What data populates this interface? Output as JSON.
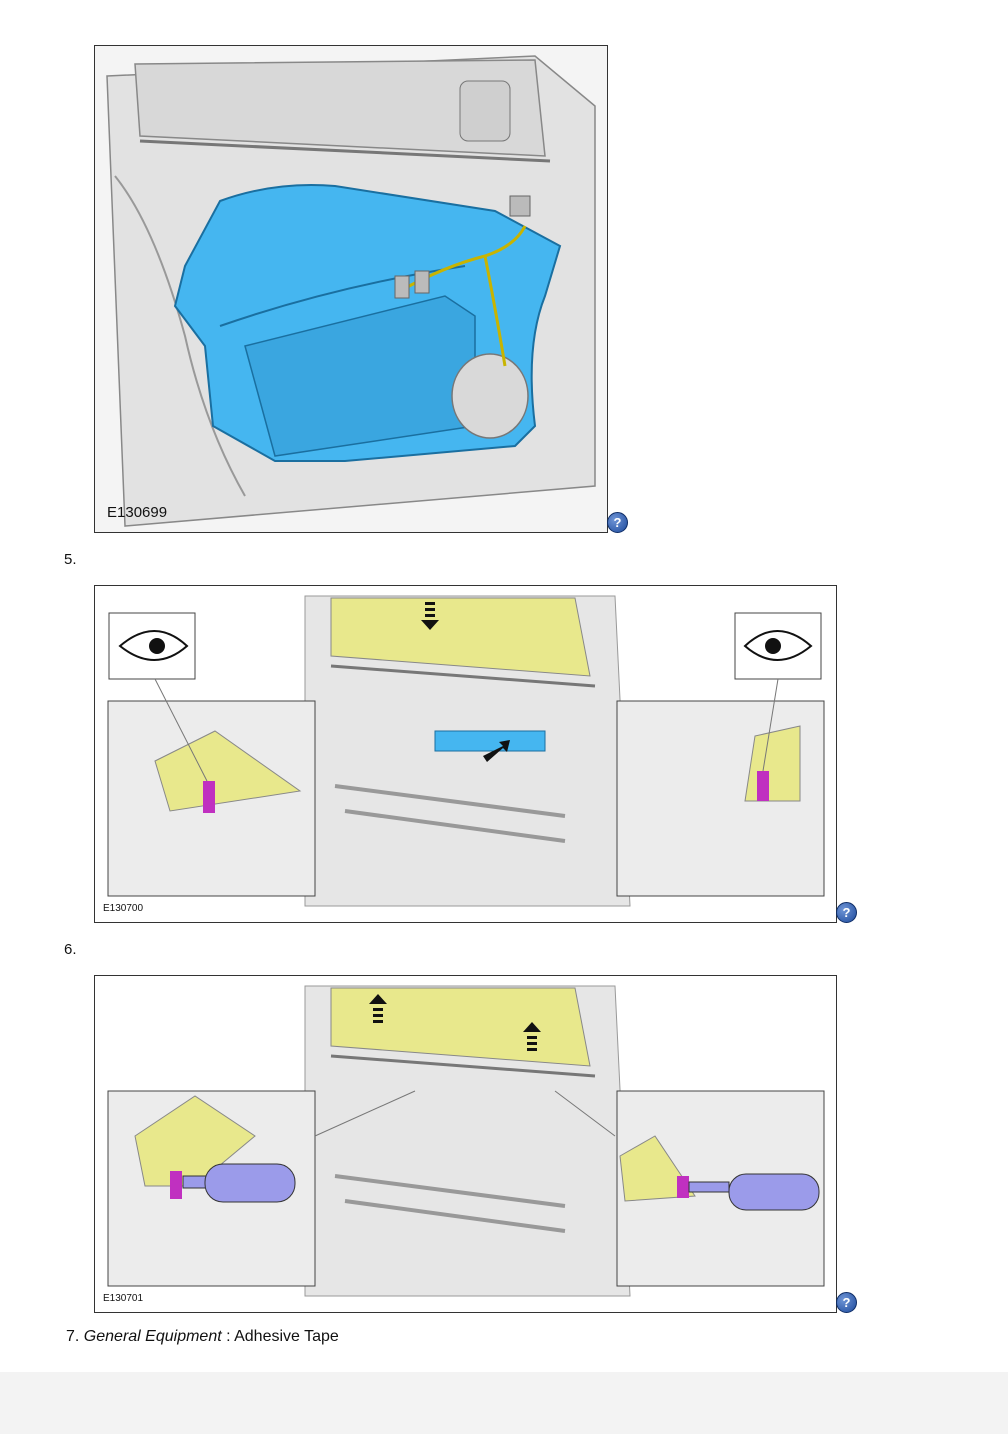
{
  "figures": [
    {
      "id": "E130699"
    },
    {
      "id": "E130700",
      "step": "5."
    },
    {
      "id": "E130701",
      "step": "6."
    }
  ],
  "help_icon": {
    "glyph": "?",
    "name": "help-icon"
  },
  "step7": {
    "number": "7.",
    "label": "General Equipment",
    "separator": " : ",
    "text": "Adhesive Tape"
  },
  "colors": {
    "watershield": "#45b6f0",
    "glass": "#e8e88c",
    "clip": "#c030c0",
    "tool": "#9b9bea",
    "door": "#e6e6e6"
  }
}
